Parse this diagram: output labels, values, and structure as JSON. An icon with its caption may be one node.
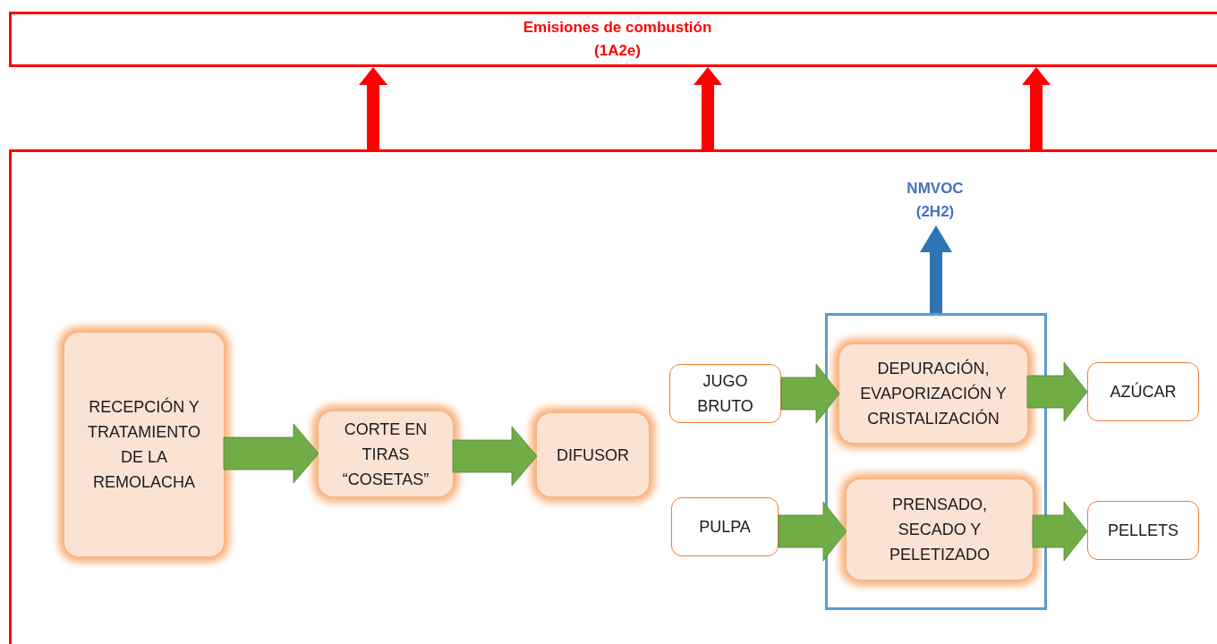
{
  "diagram": {
    "nodes": [
      {
        "text": [
          "Emisiones de combustión (1A2e)"
        ]
      },
      {
        "text": [],
        "shape": "box"
      },
      {
        "text": [
          "RECEPCIÓN Y TRATAMIENTO DE LA REMOLACHA"
        ],
        "in": 1
      },
      {
        "text": [
          "CORTE EN TIRAS “COSETAS”"
        ],
        "in": 1
      },
      {
        "text": [
          "DIFUSOR"
        ],
        "in": 1
      },
      {
        "text": [
          "JUGO BRUTO"
        ],
        "in": 1
      },
      {
        "text": [
          "PULPA"
        ],
        "in": 1
      },
      {
        "text": [],
        "shape": "box",
        "in": 1
      },
      {
        "text": [
          "DEPURACIÓN, EVAPORIZACIÓN Y CRISTALIZACIÓN"
        ],
        "in": 7
      },
      {
        "text": [
          "PRENSADO, SECADO Y PELETIZADO"
        ],
        "in": 7
      },
      {
        "text": [
          "AZÚCAR"
        ],
        "in": 1
      },
      {
        "text": [
          "PELLETS"
        ],
        "in": 1
      },
      {
        "text": [
          "NMVOC (2H2)"
        ],
        "in": 1
      }
    ],
    "edges": [
      {
        "from": 1,
        "to": 0,
        "arrow": "to",
        "color": "#ff0000"
      },
      {
        "from": 1,
        "to": 0,
        "arrow": "to",
        "color": "#ff0000"
      },
      {
        "from": 1,
        "to": 0,
        "arrow": "to",
        "color": "#ff0000"
      },
      {
        "from": 2,
        "to": 3,
        "arrow": "to"
      },
      {
        "from": 3,
        "to": 4,
        "arrow": "to"
      },
      {
        "from": 5,
        "to": 8,
        "arrow": "to"
      },
      {
        "from": 6,
        "to": 9,
        "arrow": "to"
      },
      {
        "from": 8,
        "to": 10,
        "arrow": "to"
      },
      {
        "from": 9,
        "to": 11,
        "arrow": "to"
      },
      {
        "from": 7,
        "to": 12,
        "arrow": "to",
        "color": "#2e75b6"
      }
    ]
  }
}
